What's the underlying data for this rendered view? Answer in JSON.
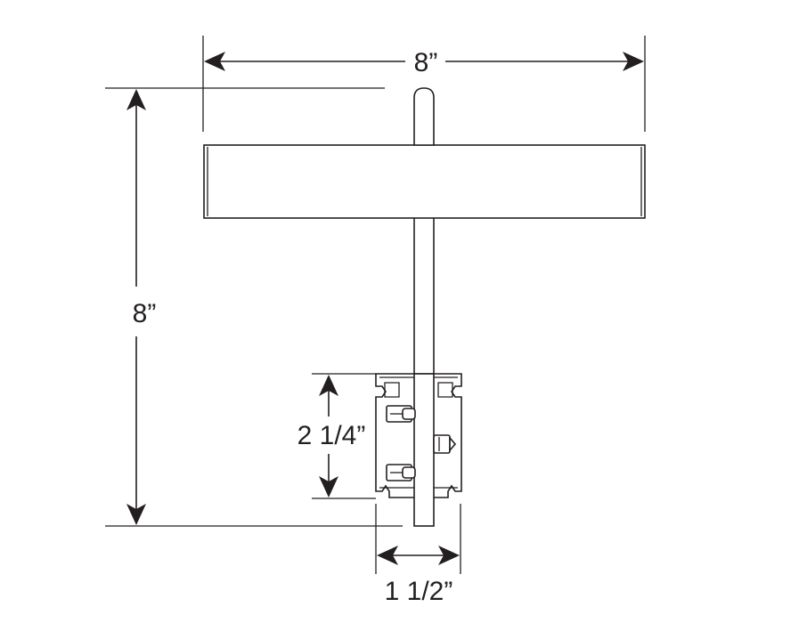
{
  "dimensions": {
    "width_label": "8”",
    "height_label": "8”",
    "mount_height_label": "2 1/4”",
    "mount_width_label": "1 1/2”"
  },
  "colors": {
    "ink": "#231f20",
    "background": "#ffffff"
  }
}
